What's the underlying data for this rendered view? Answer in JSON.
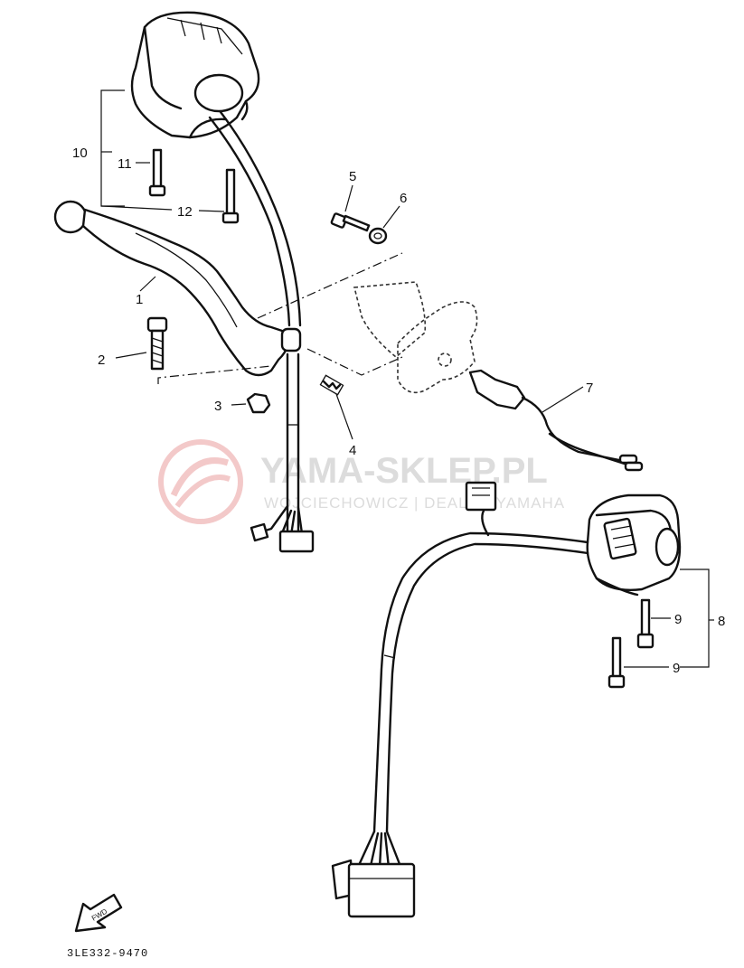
{
  "diagram": {
    "callouts": [
      {
        "id": "c1",
        "label": "1"
      },
      {
        "id": "c2",
        "label": "2"
      },
      {
        "id": "c3",
        "label": "3"
      },
      {
        "id": "c4",
        "label": "4"
      },
      {
        "id": "c5",
        "label": "5"
      },
      {
        "id": "c6",
        "label": "6"
      },
      {
        "id": "c7",
        "label": "7"
      },
      {
        "id": "c8",
        "label": "8"
      },
      {
        "id": "c9a",
        "label": "9"
      },
      {
        "id": "c9b",
        "label": "9"
      },
      {
        "id": "c10",
        "label": "10"
      },
      {
        "id": "c11",
        "label": "11"
      },
      {
        "id": "c12",
        "label": "12"
      }
    ],
    "reference_code": "3LE332-9470",
    "fwd_label": "FWD"
  },
  "watermark": {
    "title": "YAMA-SKLEP.PL",
    "subtitle": "WOJCIECHOWICZ | DEALER YAMAHA"
  }
}
